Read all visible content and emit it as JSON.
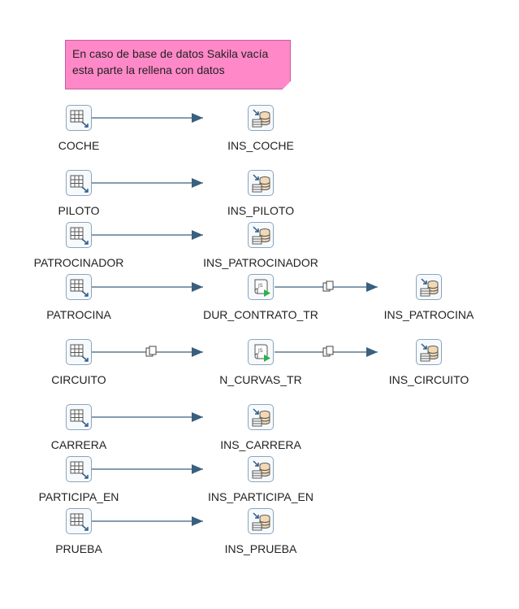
{
  "note": {
    "line1": "En caso de base de datos Sakila vacía",
    "line2": "esta parte la rellena con datos"
  },
  "colors": {
    "note_fill": "#ff88c8",
    "hop": "#3a5f7f",
    "step_border": "#8aa4bd",
    "script_green": "#2bb24c"
  },
  "steps": {
    "coche": "COCHE",
    "ins_coche": "INS_COCHE",
    "piloto": "PILOTO",
    "ins_piloto": "INS_PILOTO",
    "patrocinador": "PATROCINADOR",
    "ins_patrocinador": "INS_PATROCINADOR",
    "patrocina": "PATROCINA",
    "dur_contrato_tr": "DUR_CONTRATO_TR",
    "ins_patrocina": "INS_PATROCINA",
    "circuito": "CIRCUITO",
    "n_curvas_tr": "N_CURVAS_TR",
    "ins_circuito": "INS_CIRCUITO",
    "carrera": "CARRERA",
    "ins_carrera": "INS_CARRERA",
    "participa_en": "PARTICIPA_EN",
    "ins_participa_en": "INS_PARTICIPA_EN",
    "prueba": "PRUEBA",
    "ins_prueba": "INS_PRUEBA"
  }
}
